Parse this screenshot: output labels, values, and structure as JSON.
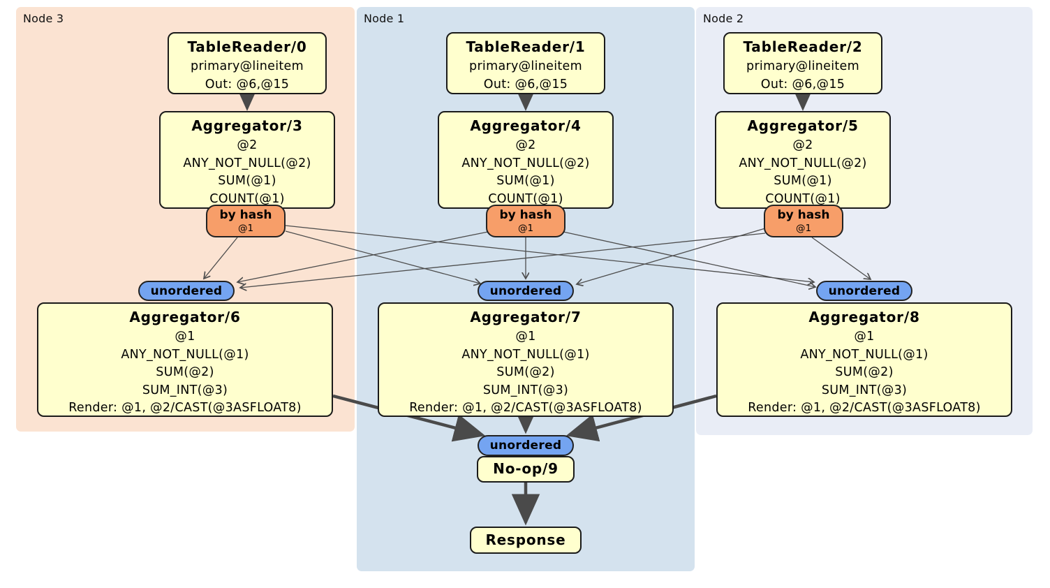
{
  "colors": {
    "node3-bg": "#fbe3d2",
    "node1-bg": "#d4e2ee",
    "node2-bg": "#e9edf6",
    "box-bg": "#ffffce",
    "box-border": "#1a1a1a",
    "router-bg": "#f79e69",
    "sync-bg": "#74a4f1",
    "edge": "#4a4a4a"
  },
  "regions": [
    {
      "label": "Node 3"
    },
    {
      "label": "Node 1"
    },
    {
      "label": "Node 2"
    }
  ],
  "table_readers": [
    {
      "title": "TableReader/0",
      "lines": [
        "primary@lineitem",
        "Out: @6,@15"
      ]
    },
    {
      "title": "TableReader/1",
      "lines": [
        "primary@lineitem",
        "Out: @6,@15"
      ]
    },
    {
      "title": "TableReader/2",
      "lines": [
        "primary@lineitem",
        "Out: @6,@15"
      ]
    }
  ],
  "top_aggregators": [
    {
      "title": "Aggregator/3",
      "lines": [
        "@2",
        "ANY_NOT_NULL(@2)",
        "SUM(@1)",
        "COUNT(@1)"
      ]
    },
    {
      "title": "Aggregator/4",
      "lines": [
        "@2",
        "ANY_NOT_NULL(@2)",
        "SUM(@1)",
        "COUNT(@1)"
      ]
    },
    {
      "title": "Aggregator/5",
      "lines": [
        "@2",
        "ANY_NOT_NULL(@2)",
        "SUM(@1)",
        "COUNT(@1)"
      ]
    }
  ],
  "routers": [
    {
      "label": "by hash",
      "detail": "@1"
    },
    {
      "label": "by hash",
      "detail": "@1"
    },
    {
      "label": "by hash",
      "detail": "@1"
    }
  ],
  "syncs": [
    {
      "label": "unordered"
    },
    {
      "label": "unordered"
    },
    {
      "label": "unordered"
    }
  ],
  "bottom_aggregators": [
    {
      "title": "Aggregator/6",
      "lines": [
        "@1",
        "ANY_NOT_NULL(@1)",
        "SUM(@2)",
        "SUM_INT(@3)",
        "Render: @1, @2/CAST(@3ASFLOAT8)"
      ]
    },
    {
      "title": "Aggregator/7",
      "lines": [
        "@1",
        "ANY_NOT_NULL(@1)",
        "SUM(@2)",
        "SUM_INT(@3)",
        "Render: @1, @2/CAST(@3ASFLOAT8)"
      ]
    },
    {
      "title": "Aggregator/8",
      "lines": [
        "@1",
        "ANY_NOT_NULL(@1)",
        "SUM(@2)",
        "SUM_INT(@3)",
        "Render: @1, @2/CAST(@3ASFLOAT8)"
      ]
    }
  ],
  "final_sync": {
    "label": "unordered"
  },
  "noop": {
    "title": "No-op/9"
  },
  "response": {
    "title": "Response"
  }
}
